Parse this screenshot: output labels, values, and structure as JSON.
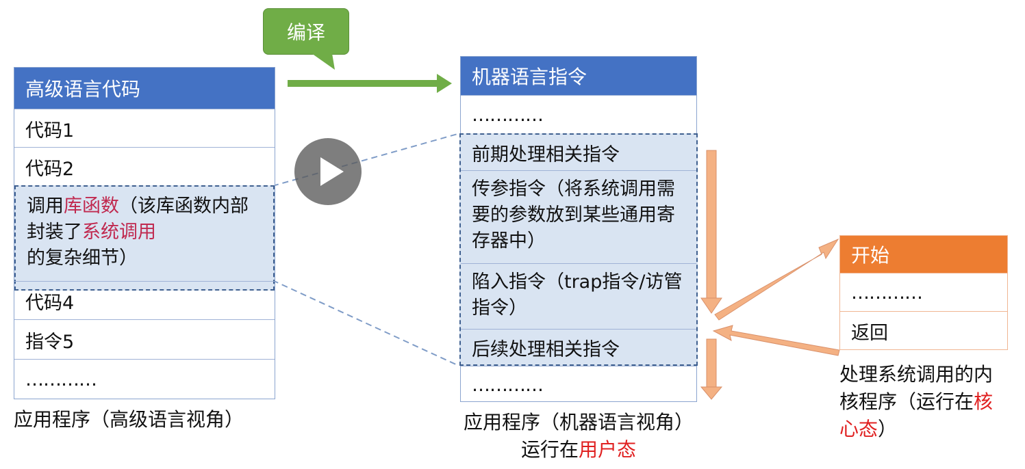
{
  "compile_bubble": {
    "label": "编译"
  },
  "left_table": {
    "header": "高级语言代码",
    "rows": {
      "code1": "代码1",
      "code2": "代码2",
      "call_prefix": "调用",
      "call_lib": "库函数",
      "call_mid": "（该库函数内部封装了",
      "call_syscall": "系统调用",
      "call_suffix": "的复杂细节）",
      "code4": "代码4",
      "instr5": "指令5",
      "ellipsis": "…………"
    },
    "caption": "应用程序（高级语言视角）"
  },
  "middle_table": {
    "header": "机器语言指令",
    "rows": {
      "ellipsis_top": "…………",
      "pre_process": "前期处理相关指令",
      "pass_params": "传参指令（将系统调用需要的参数放到某些通用寄存器中）",
      "trap": "陷入指令（trap指令/访管指令）",
      "post_process": "后续处理相关指令",
      "ellipsis_bottom": "…………"
    },
    "caption_line1": "应用程序（机器语言视角）",
    "caption_line2_prefix": "运行在",
    "caption_line2_highlight": "用户态"
  },
  "right_table": {
    "header": "开始",
    "rows": {
      "ellipsis": "…………",
      "return": "返回"
    },
    "caption_prefix": "处理系统调用的内核程序（运行在",
    "caption_highlight": "核心态",
    "caption_suffix": "）"
  },
  "colors": {
    "header_blue": "#4472c4",
    "header_orange": "#ed7d31",
    "bubble_green": "#70ad47",
    "highlight_red": "#c0294f",
    "arrow_salmon": "#f4b183"
  }
}
